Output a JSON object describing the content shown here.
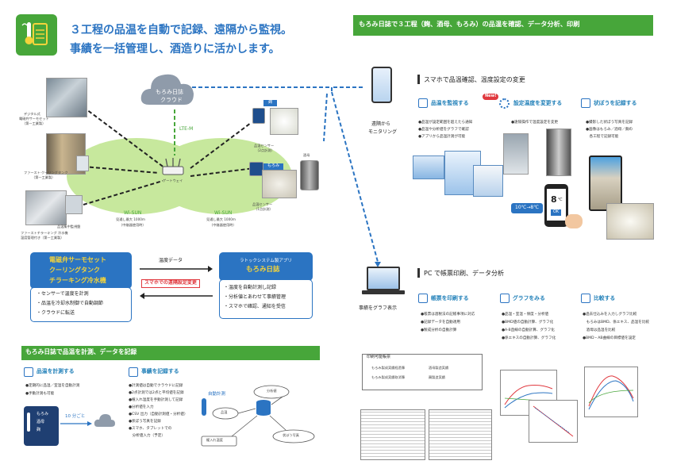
{
  "colors": {
    "brand_green": "#47a63a",
    "header_blue": "#2b74c2",
    "accent_yellow": "#f3d33b",
    "warn_red": "#e0383e",
    "ellipse_green": "#c7e89d"
  },
  "header": {
    "icon": "thermometer-log-icon",
    "line1": "３工程の品温を自動で記録、遠隔から監視。",
    "line2": "事績を一括管理し、酒造りに活かします。"
  },
  "right_header": {
    "title": "もろみ日誌で３工程（麹、酒母、もろみ）の品温を確認、データ分析、印刷"
  },
  "cloud": {
    "line1": "もろみ日誌",
    "line2": "クラウド"
  },
  "lte": "LTE-M",
  "gateway": "ゲートウェイ",
  "wisun_left": {
    "title": "Wi-SUN",
    "line1": "見通し最大 1000m",
    "line2": "（中継器使用時）"
  },
  "wisun_right": {
    "title": "Wi-SUN",
    "line1": "見通し最大 1000m",
    "line2": "（中継器使用時）"
  },
  "photos_left": [
    {
      "line1": "デジタル式",
      "line2": "電磁弁サーモセット",
      "line3": "（第一工業製）"
    },
    {
      "line1": "ファースト·クーリングタンク",
      "line2": "（第一工業製）"
    },
    {
      "line1": "ファーストチラーキング 冷水機",
      "line2": "温度管理付き（第一工業製）"
    }
  ],
  "relay_label": "品温集中監視盤",
  "sensor_tags": [
    "麹",
    "もろみ"
  ],
  "sensor_labels": [
    {
      "line1": "品温センサー",
      "line2": "（2点計測）"
    },
    {
      "line1": "品温センサー",
      "line2": "（1点計測）"
    }
  ],
  "shubo_label": "酒母",
  "left_box": {
    "line1": "電磁弁サーモセット",
    "line2": "クーリングタンク",
    "line3": "チラーキング冷水機",
    "bullets": [
      "・センサーで温度を計測",
      "・品温を冷却水制御で自動調節",
      "・クラウドに転送"
    ]
  },
  "right_box": {
    "subtitle": "ラトックシステム製アプリ",
    "title": "もろみ日誌",
    "bullets": [
      "・温度を自動計測し記録",
      "・分析値とあわせて事績管理",
      "・スマホで確認、通知を受信"
    ]
  },
  "arrow_label": "温度データ",
  "remote_label": "スマホでの遠隔設定変更",
  "bottom_header": "もろみ日誌で品温を計測、データを記録",
  "measure": {
    "title": "品温を計測する",
    "bullets": [
      "●定期的に品温／室温を自動計測",
      "●手動計測も可能"
    ],
    "device": [
      "もろみ",
      "酒母",
      "麹"
    ],
    "interval": "10 分ごと"
  },
  "record": {
    "title": "事績を記録する",
    "bullets": [
      "●計測値は自動でクラウドに記録",
      "●2点計測では2点と平均値を記録",
      "●櫂入れ温度を手動計測して記録",
      "●分析値を入力",
      "●CSV 出力（自動計測値・分析値）",
      "●状ぼう写真を記録",
      "●スマホ、タブレットでの",
      "　分析値入力（予定）"
    ],
    "diagram_title": "自動計測",
    "diagram_labels": [
      "品温",
      "分析値",
      "櫂入れ温度",
      "状ぼう写真"
    ]
  },
  "smartphone_section": {
    "title": "スマホで品温確認、温度設定の変更",
    "phone_label_1": "遠隔から",
    "phone_label_2": "モニタリング",
    "columns": [
      {
        "title": "品温を監視する",
        "icon": "monitor-graph-icon",
        "bullets": [
          "●品温が設定範囲を超えたら通知",
          "●品温や分析値をグラフで確認",
          "●アプリから品温計測が可能"
        ]
      },
      {
        "title": "設定温度を変更する",
        "icon": "gear-icon",
        "badge": "New!",
        "bullets": [
          "●遠隔操作で温度設定を変更"
        ]
      },
      {
        "title": "状ぼうを記録する",
        "icon": "camera-icon",
        "bullets": [
          "●撮影した状ぼう写真を記録",
          "●画像はもろみ／酒母／麹の",
          "　各工程で記録可能"
        ]
      }
    ],
    "temp_bubble": "10℃→8℃",
    "phone_display": "8",
    "phone_unit": "℃",
    "ok": "OK"
  },
  "pc_section": {
    "title": "PC で帳票印刷、データ分析",
    "laptop_label": "事績をグラフ表示",
    "columns": [
      {
        "title": "帳票を印刷する",
        "icon": "printer-icon",
        "bullets": [
          "●帳票は酒税法の記帳事項に対応",
          "●記録データを自動適用",
          "●製成分析の自動計算"
        ]
      },
      {
        "title": "グラフをみる",
        "icon": "chart-icon",
        "bullets": [
          "●品温・室温・保度・分析値",
          "●BMD値の自動計算、グラフ化",
          "●A-B直線の自動計算、グラフ化",
          "●係エキスの自動計算、グラフ化"
        ]
      },
      {
        "title": "比較する",
        "icon": "compare-icon",
        "bullets": [
          "●過去仕込みを入力しグラフ比較",
          "　もろみはBMD、係エキス、品温を比較",
          "　酒母は品温を比較",
          "●BMD・AB曲線の目標値を設定"
        ]
      }
    ],
    "print_box": {
      "title": "印刷可能帳票",
      "items": [
        "もろみ製成実績経過簿",
        "酒母製造実績",
        "もろみ製成実績取消簿",
        "麹製造実績"
      ]
    }
  }
}
